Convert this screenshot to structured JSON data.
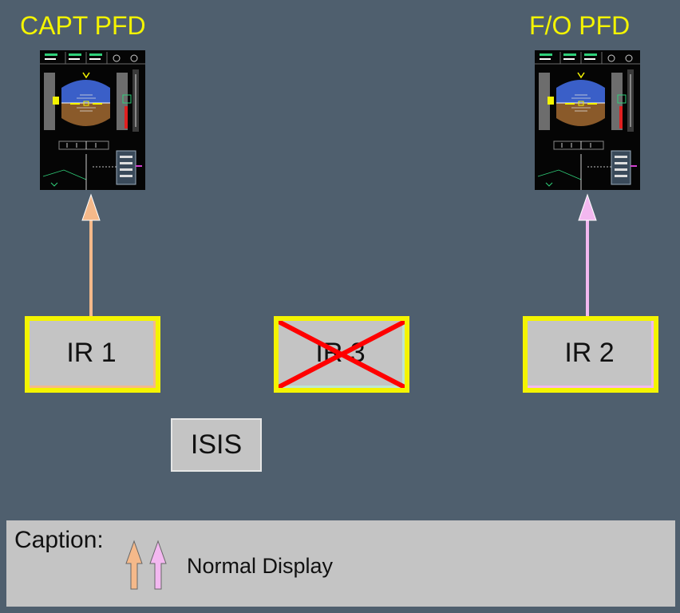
{
  "pfds": {
    "capt": {
      "title": "CAPT PFD"
    },
    "fo": {
      "title": "F/O PFD"
    }
  },
  "sources": {
    "ir1": {
      "label": "IR 1",
      "status": "selected",
      "edge_color": "#f5b98a"
    },
    "ir3": {
      "label": "IR 3",
      "status": "failed",
      "edge_color": "#bde6d3"
    },
    "ir2": {
      "label": "IR 2",
      "status": "selected",
      "edge_color": "#f3b8f0"
    },
    "isis": {
      "label": "ISIS"
    }
  },
  "caption": {
    "label": "Caption:",
    "normal_display": "Normal Display"
  },
  "colors": {
    "background": "#4f5f6e",
    "title_yellow": "#f4f400",
    "frame_yellow": "#f4f400",
    "capt_arrow": "#f5b98a",
    "fo_arrow": "#f3b8f0",
    "fail_cross": "#ff0000",
    "box_gray": "#c4c4c4"
  },
  "icons": {
    "pfd": "primary-flight-display-icon",
    "fail": "red-x-icon",
    "arrow": "up-arrow-icon"
  }
}
